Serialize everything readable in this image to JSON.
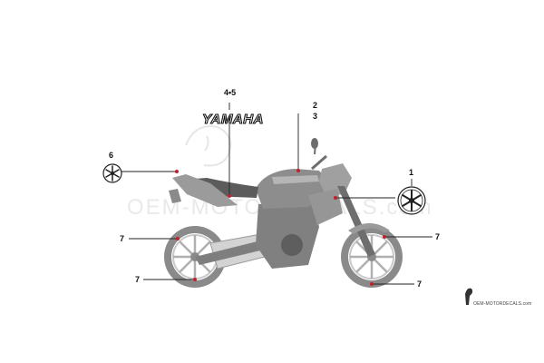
{
  "diagram": {
    "callouts": {
      "c1": "1",
      "c2": "2",
      "c3": "3",
      "c45": "4•5",
      "c6": "6",
      "c7a": "7",
      "c7b": "7",
      "c7c": "7",
      "c7d": "7"
    },
    "decals": {
      "wordmark": "YAMAHA"
    },
    "watermark": {
      "text": "OEM-MOTORDECALS.com",
      "credit": "OEM-MOTORDECALS.com"
    },
    "colors": {
      "bike": "#9a9a9a",
      "bike_dark": "#6e6e6e",
      "leader": "#222222",
      "dot": "#c0212b"
    }
  }
}
